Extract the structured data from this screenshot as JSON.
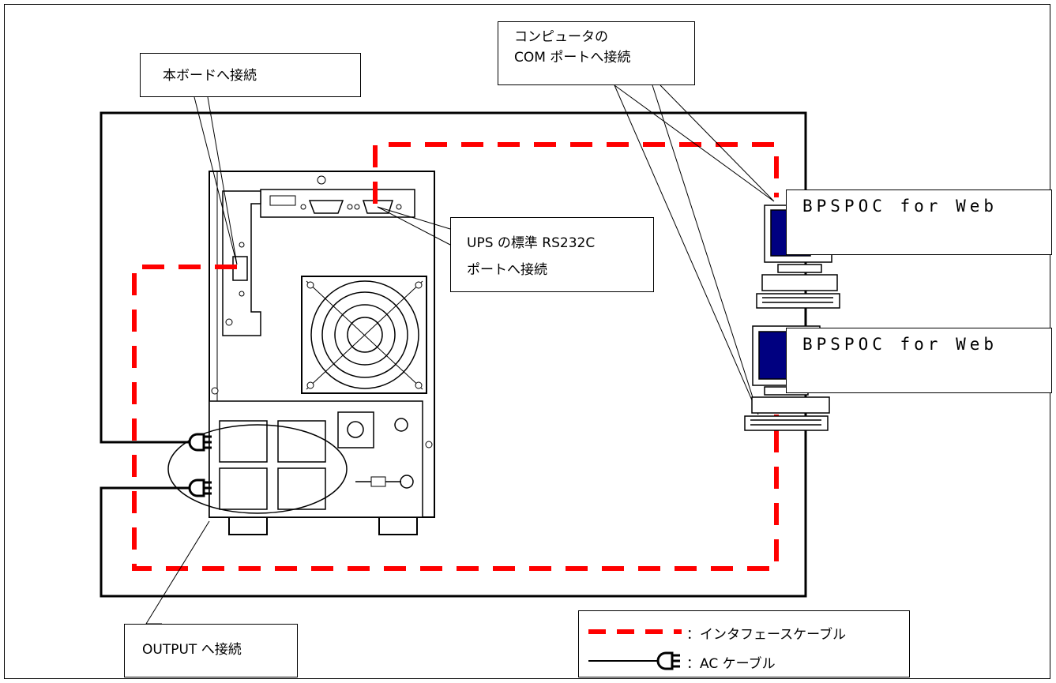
{
  "callouts": {
    "board": "本ボードへ接続",
    "com_line1": "コンピュータの",
    "com_line2": "COM ポートへ接続",
    "rs232_line1": "UPS の標準 RS232C",
    "rs232_line2": "ポートへ接続",
    "output": "OUTPUT へ接続"
  },
  "computers": [
    {
      "label": "BPSPOC  for  Web"
    },
    {
      "label": "BPSPOC  for  Web"
    }
  ],
  "legend": {
    "interface_cable": "：インタフェースケーブル",
    "ac_cable": "：AC ケーブル"
  },
  "colors": {
    "interface_cable": "#ff0000",
    "ac_cable": "#000000",
    "monitor_screen": "#000080"
  }
}
